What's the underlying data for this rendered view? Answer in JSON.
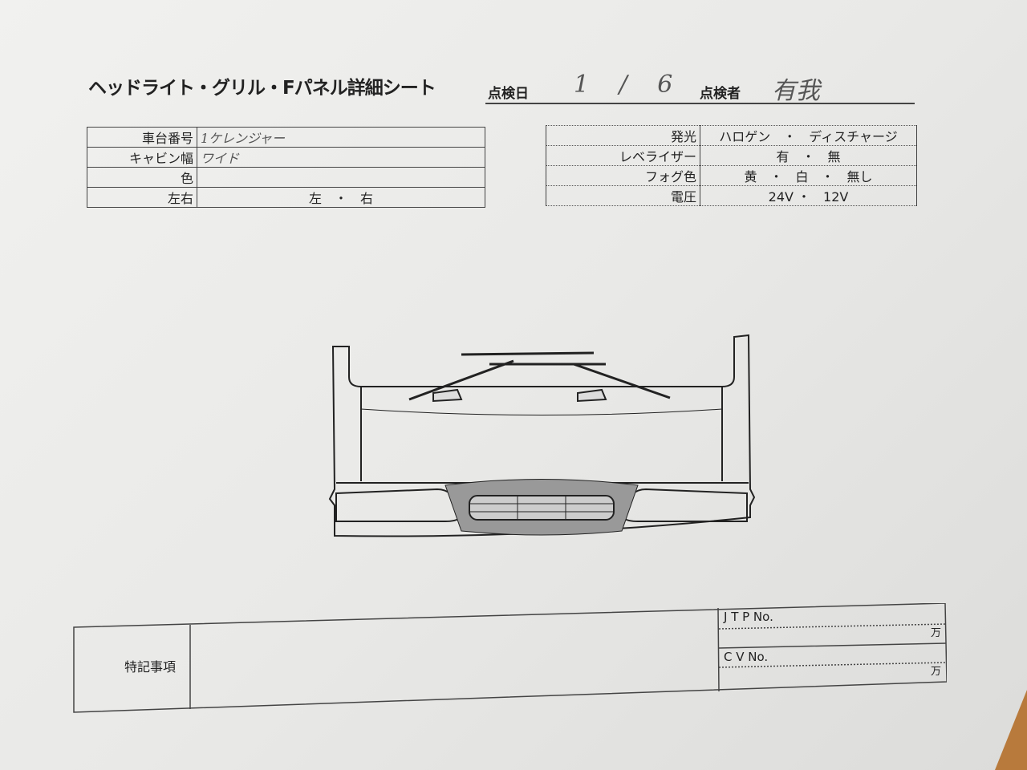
{
  "title": "ヘッドライト・グリル・Fパネル詳細シート",
  "inspection_date_label": "点検日",
  "inspection_date_value": "1 / 6",
  "inspector_label": "点検者",
  "inspector_value": "有我",
  "left_table": [
    {
      "key": "車台番号",
      "value": "1ケレンジャー"
    },
    {
      "key": "キャビン幅",
      "value": "ワイド"
    },
    {
      "key": "色",
      "value": ""
    },
    {
      "key": "左右",
      "value": "左　・　右"
    }
  ],
  "right_table": [
    {
      "key": "発光",
      "value": "ハロゲン　・　ディスチャージ"
    },
    {
      "key": "レベライザー",
      "value": "有　・　無"
    },
    {
      "key": "フォグ色",
      "value": "黄　・　白　・　無し"
    },
    {
      "key": "電圧",
      "value": "24V ・　12V"
    }
  ],
  "remarks_label": "特記事項",
  "jtp_label": "J T P No.",
  "jtp_unit": "万",
  "cv_label": "C V No.",
  "cv_unit": "万"
}
